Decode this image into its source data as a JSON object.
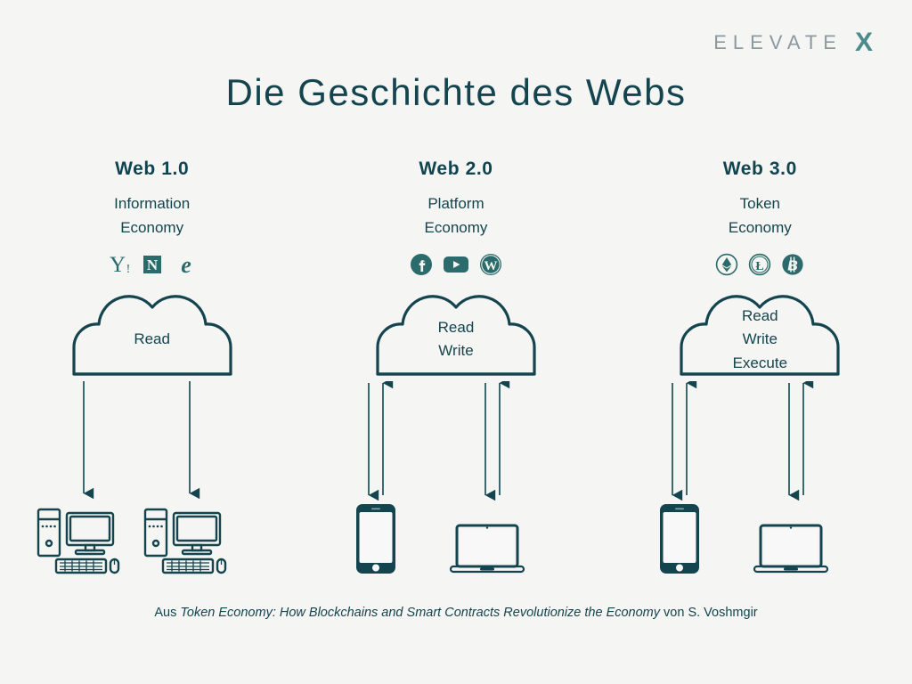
{
  "background_color": "#f5f5f3",
  "accent_color": "#0f4450",
  "logo": {
    "word": "ELEVATE",
    "mark": "X",
    "word_color": "#8c9aa0",
    "mark_color": "#4d8b8b"
  },
  "title": "Die Geschichte des Webs",
  "columns": [
    {
      "id": "web1",
      "title": "Web 1.0",
      "subtitle_line1": "Information",
      "subtitle_line2": "Economy",
      "brands": [
        {
          "name": "yahoo-icon",
          "glyph": "Y!"
        },
        {
          "name": "netscape-icon",
          "glyph": "N"
        },
        {
          "name": "internet-explorer-icon",
          "glyph": "e"
        }
      ],
      "cloud_lines": [
        "Read"
      ],
      "devices": [
        {
          "name": "desktop-computer",
          "type": "desktop"
        },
        {
          "name": "desktop-computer",
          "type": "desktop"
        }
      ],
      "arrows": "down"
    },
    {
      "id": "web2",
      "title": "Web 2.0",
      "subtitle_line1": "Platform",
      "subtitle_line2": "Economy",
      "brands": [
        {
          "name": "facebook-icon",
          "glyph": "f"
        },
        {
          "name": "youtube-icon",
          "glyph": "▶"
        },
        {
          "name": "wordpress-icon",
          "glyph": "W"
        }
      ],
      "cloud_lines": [
        "Read",
        "Write"
      ],
      "devices": [
        {
          "name": "smartphone",
          "type": "phone"
        },
        {
          "name": "laptop",
          "type": "laptop"
        }
      ],
      "arrows": "bidirectional"
    },
    {
      "id": "web3",
      "title": "Web 3.0",
      "subtitle_line1": "Token",
      "subtitle_line2": "Economy",
      "brands": [
        {
          "name": "ethereum-icon",
          "glyph": "Ξ"
        },
        {
          "name": "litecoin-icon",
          "glyph": "Ł"
        },
        {
          "name": "bitcoin-icon",
          "glyph": "₿"
        }
      ],
      "cloud_lines": [
        "Read",
        "Write",
        "Execute"
      ],
      "devices": [
        {
          "name": "smartphone",
          "type": "phone"
        },
        {
          "name": "laptop",
          "type": "laptop"
        }
      ],
      "arrows": "bidirectional"
    }
  ],
  "caption": {
    "prefix": "Aus ",
    "work": "Token Economy: How Blockchains and Smart Contracts Revolutionize the Economy",
    "suffix": " von S. Voshmgir"
  }
}
